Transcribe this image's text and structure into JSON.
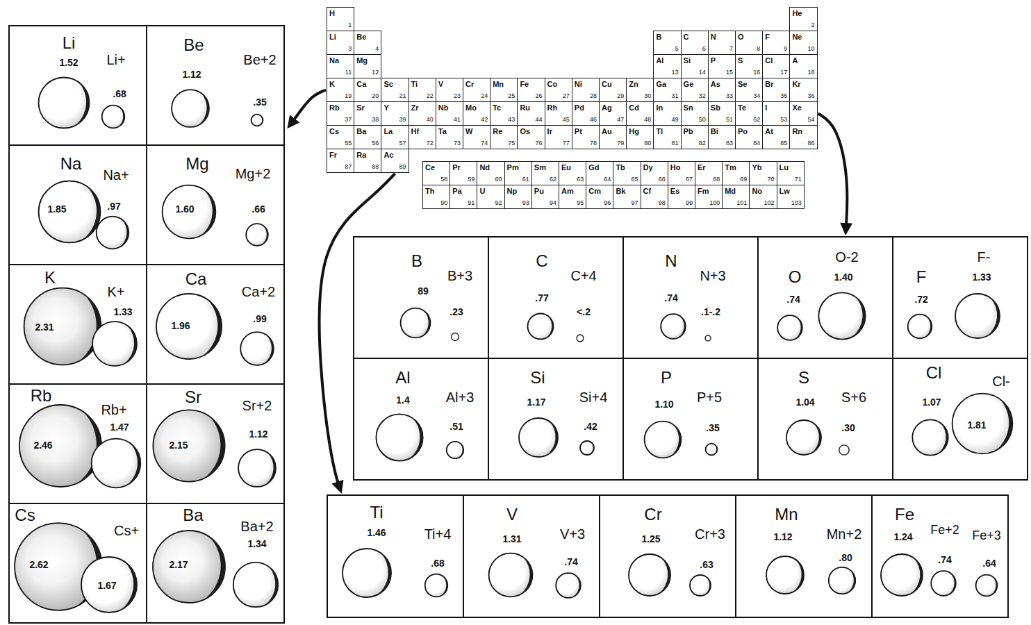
{
  "diagram": {
    "nodes": [
      {
        "text": [
          "H",
          "1"
        ]
      },
      {
        "text": [
          "He",
          "2"
        ]
      },
      {
        "text": [
          "Li",
          "3"
        ]
      },
      {
        "text": [
          "Be",
          "4"
        ]
      },
      {
        "text": [
          "B",
          "5"
        ]
      },
      {
        "text": [
          "C",
          "6"
        ]
      },
      {
        "text": [
          "N",
          "7"
        ]
      },
      {
        "text": [
          "O",
          "8"
        ]
      },
      {
        "text": [
          "F",
          "9"
        ]
      },
      {
        "text": [
          "Ne",
          "10"
        ]
      },
      {
        "text": [
          "Na",
          "11"
        ]
      },
      {
        "text": [
          "Mg",
          "12"
        ]
      },
      {
        "text": [
          "Al",
          "13"
        ]
      },
      {
        "text": [
          "Si",
          "14"
        ]
      },
      {
        "text": [
          "P",
          "15"
        ]
      },
      {
        "text": [
          "S",
          "16"
        ]
      },
      {
        "text": [
          "Cl",
          "17"
        ]
      },
      {
        "text": [
          "A",
          "18"
        ]
      },
      {
        "text": [
          "K",
          "19"
        ]
      },
      {
        "text": [
          "Ca",
          "20"
        ]
      },
      {
        "text": [
          "Sc",
          "21"
        ]
      },
      {
        "text": [
          "Ti",
          "22"
        ]
      },
      {
        "text": [
          "V",
          "23"
        ]
      },
      {
        "text": [
          "Cr",
          "24"
        ]
      },
      {
        "text": [
          "Mn",
          "25"
        ]
      },
      {
        "text": [
          "Fe",
          "26"
        ]
      },
      {
        "text": [
          "Co",
          "27"
        ]
      },
      {
        "text": [
          "Ni",
          "28"
        ]
      },
      {
        "text": [
          "Cu",
          "29"
        ]
      },
      {
        "text": [
          "Zn",
          "30"
        ]
      },
      {
        "text": [
          "Ga",
          "31"
        ]
      },
      {
        "text": [
          "Ge",
          "32"
        ]
      },
      {
        "text": [
          "As",
          "33"
        ]
      },
      {
        "text": [
          "Se",
          "34"
        ]
      },
      {
        "text": [
          "Br",
          "35"
        ]
      },
      {
        "text": [
          "Kr",
          "36"
        ]
      },
      {
        "text": [
          "Rb",
          "37"
        ]
      },
      {
        "text": [
          "Sr",
          "38"
        ]
      },
      {
        "text": [
          "Y",
          "39"
        ]
      },
      {
        "text": [
          "Zr",
          "40"
        ]
      },
      {
        "text": [
          "Nb",
          "41"
        ]
      },
      {
        "text": [
          "Mo",
          "42"
        ]
      },
      {
        "text": [
          "Tc",
          "43"
        ]
      },
      {
        "text": [
          "Ru",
          "44"
        ]
      },
      {
        "text": [
          "Rh",
          "45"
        ]
      },
      {
        "text": [
          "Pd",
          "46"
        ]
      },
      {
        "text": [
          "Ag",
          "47"
        ]
      },
      {
        "text": [
          "Cd",
          "48"
        ]
      },
      {
        "text": [
          "In",
          "49"
        ]
      },
      {
        "text": [
          "Sn",
          "50"
        ]
      },
      {
        "text": [
          "Sb",
          "51"
        ]
      },
      {
        "text": [
          "Te",
          "52"
        ]
      },
      {
        "text": [
          "I",
          "53"
        ]
      },
      {
        "text": [
          "Xe",
          "54"
        ]
      },
      {
        "text": [
          "Cs",
          "55"
        ]
      },
      {
        "text": [
          "Ba",
          "56"
        ]
      },
      {
        "text": [
          "La",
          "57"
        ]
      },
      {
        "text": [
          "Hf",
          "72"
        ]
      },
      {
        "text": [
          "Ta",
          "73"
        ]
      },
      {
        "text": [
          "W",
          "74"
        ]
      },
      {
        "text": [
          "Re",
          "75"
        ]
      },
      {
        "text": [
          "Os",
          "76"
        ]
      },
      {
        "text": [
          "Ir",
          "77"
        ]
      },
      {
        "text": [
          "Pt",
          "78"
        ]
      },
      {
        "text": [
          "Au",
          "79"
        ]
      },
      {
        "text": [
          "Hg",
          "80"
        ]
      },
      {
        "text": [
          "Tl",
          "81"
        ]
      },
      {
        "text": [
          "Pb",
          "82"
        ]
      },
      {
        "text": [
          "Bi",
          "83"
        ]
      },
      {
        "text": [
          "Po",
          "84"
        ]
      },
      {
        "text": [
          "At",
          "85"
        ]
      },
      {
        "text": [
          "Rn",
          "86"
        ]
      },
      {
        "text": [
          "Fr",
          "87"
        ]
      },
      {
        "text": [
          "Ra",
          "88"
        ]
      },
      {
        "text": [
          "Ac",
          "89"
        ]
      },
      {
        "text": [
          "Ce",
          "58"
        ]
      },
      {
        "text": [
          "Pr",
          "59"
        ]
      },
      {
        "text": [
          "Nd",
          "60"
        ]
      },
      {
        "text": [
          "Pm",
          "61"
        ]
      },
      {
        "text": [
          "Sm",
          "62"
        ]
      },
      {
        "text": [
          "Eu",
          "63"
        ]
      },
      {
        "text": [
          "Gd",
          "64"
        ]
      },
      {
        "text": [
          "Tb",
          "65"
        ]
      },
      {
        "text": [
          "Dy",
          "66"
        ]
      },
      {
        "text": [
          "Ho",
          "67"
        ]
      },
      {
        "text": [
          "Er",
          "68"
        ]
      },
      {
        "text": [
          "Tm",
          "69"
        ]
      },
      {
        "text": [
          "Yb",
          "70"
        ]
      },
      {
        "text": [
          "Lu",
          "71"
        ]
      },
      {
        "text": [
          "Th",
          "90"
        ]
      },
      {
        "text": [
          "Pa",
          "91"
        ]
      },
      {
        "text": [
          "U",
          "92"
        ]
      },
      {
        "text": [
          "Np",
          "93"
        ]
      },
      {
        "text": [
          "Pu",
          "94"
        ]
      },
      {
        "text": [
          "Am",
          "95"
        ]
      },
      {
        "text": [
          "Cm",
          "96"
        ]
      },
      {
        "text": [
          "Bk",
          "97"
        ]
      },
      {
        "text": [
          "Cf",
          "98"
        ]
      },
      {
        "text": [
          "Es",
          "99"
        ]
      },
      {
        "text": [
          "Fm",
          "100"
        ]
      },
      {
        "text": [
          "Md",
          "101"
        ]
      },
      {
        "text": [
          "No",
          "102"
        ]
      },
      {
        "text": [
          "Lw",
          "103"
        ]
      },
      {
        "text": [
          "Li",
          "1.52",
          "Li+",
          ".68"
        ]
      },
      {
        "text": [
          "Be",
          "1.12",
          "Be+2",
          ".35"
        ]
      },
      {
        "text": [
          "Na",
          "1.85",
          "Na+",
          ".97"
        ]
      },
      {
        "text": [
          "Mg",
          "1.60",
          "Mg+2",
          ".66"
        ]
      },
      {
        "text": [
          "K",
          "2.31",
          "K+",
          "1.33"
        ]
      },
      {
        "text": [
          "Ca",
          "1.96",
          "Ca+2",
          ".99"
        ]
      },
      {
        "text": [
          "Rb",
          "2.46",
          "Rb+",
          "1.47"
        ]
      },
      {
        "text": [
          "Sr",
          "2.15",
          "Sr+2",
          "1.12"
        ]
      },
      {
        "text": [
          "Cs",
          "2.62",
          "Cs+",
          "1.67"
        ]
      },
      {
        "text": [
          "Ba",
          "2.17",
          "Ba+2",
          "1.34"
        ]
      },
      {
        "text": [
          "B",
          "89",
          "B+3",
          ".23"
        ]
      },
      {
        "text": [
          "C",
          ".77",
          "C+4",
          "<.2"
        ]
      },
      {
        "text": [
          "N",
          ".74",
          "N+3",
          ".1-.2"
        ]
      },
      {
        "text": [
          "O",
          ".74",
          "O-2",
          "1.40"
        ]
      },
      {
        "text": [
          "F",
          ".72",
          "F-",
          "1.33"
        ]
      },
      {
        "text": [
          "Al",
          "1.4",
          "Al+3",
          ".51"
        ]
      },
      {
        "text": [
          "Si",
          "1.17",
          "Si+4",
          ".42"
        ]
      },
      {
        "text": [
          "P",
          "1.10",
          "P+5",
          ".35"
        ]
      },
      {
        "text": [
          "S",
          "1.04",
          "S+6",
          ".30"
        ]
      },
      {
        "text": [
          "Cl",
          "1.07",
          "Cl-",
          "1.81"
        ]
      },
      {
        "text": [
          "Ti",
          "1.46",
          "Ti+4",
          ".68"
        ]
      },
      {
        "text": [
          "V",
          "1.31",
          "V+3",
          ".74"
        ]
      },
      {
        "text": [
          "Cr",
          "1.25",
          "Cr+3",
          ".63"
        ]
      },
      {
        "text": [
          "Mn",
          "1.12",
          "Mn+2",
          ".80"
        ]
      },
      {
        "text": [
          "Fe",
          "1.24",
          "Fe+2",
          ".74",
          "Fe+3",
          ".64"
        ]
      }
    ],
    "edges": [
      {
        "from": 18,
        "to": 104,
        "arrow": "to"
      },
      {
        "from": 74,
        "to": 123,
        "arrow": "to"
      },
      {
        "from": 53,
        "to": 116,
        "arrow": "to"
      }
    ]
  }
}
